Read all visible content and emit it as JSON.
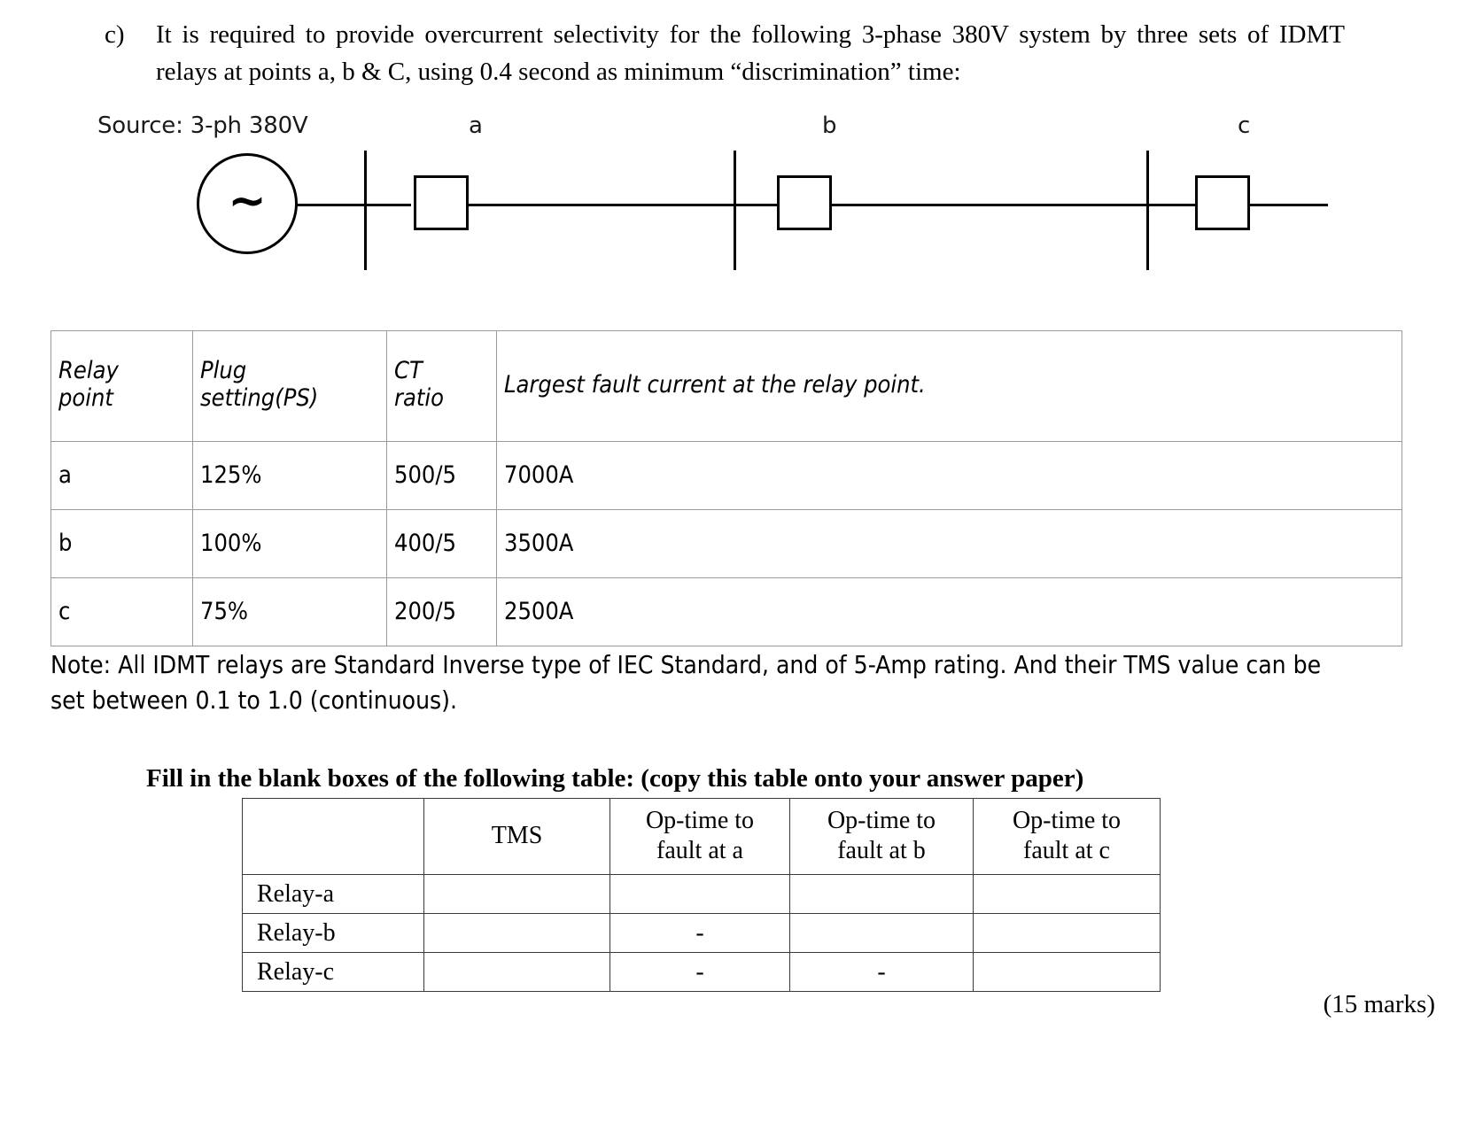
{
  "question": {
    "marker": "c)",
    "text": "It is required to provide overcurrent selectivity for the following 3-phase 380V system by three sets of IDMT relays at points a, b & C, using 0.4 second as minimum “discrimination” time:"
  },
  "diagram": {
    "source_label": "Source: 3-ph 380V",
    "generator_symbol": "~",
    "node_labels": [
      "a",
      "b",
      "c"
    ]
  },
  "relay_table": {
    "headers": [
      "Relay point",
      "Plug setting(PS)",
      "CT ratio",
      "Largest fault current at the relay point."
    ],
    "header_lines": [
      [
        "Relay",
        "point"
      ],
      [
        "Plug",
        "setting(PS)"
      ],
      [
        "CT",
        "ratio"
      ],
      [
        "Largest fault current at the relay point."
      ]
    ],
    "rows": [
      {
        "relay_point": "a",
        "plug_setting": "125%",
        "ct_ratio": "500/5",
        "fault_current": "7000A"
      },
      {
        "relay_point": "b",
        "plug_setting": "100%",
        "ct_ratio": "400/5",
        "fault_current": "3500A"
      },
      {
        "relay_point": "c",
        "plug_setting": "75%",
        "ct_ratio": "200/5",
        "fault_current": "2500A"
      }
    ]
  },
  "note": "Note: All IDMT relays are Standard Inverse type of IEC Standard, and of 5-Amp rating. And their TMS value can be set between 0.1 to 1.0 (continuous).",
  "fill_instruction": {
    "bold_part": "Fill in the blank boxes of the following table:",
    "rest_part": " (copy this table onto your answer paper)"
  },
  "answer_table": {
    "headers": [
      "",
      "TMS",
      "Op-time to fault at a",
      "Op-time to fault at b",
      "Op-time to fault at c"
    ],
    "header_lines": [
      [
        "",
        ""
      ],
      [
        "TMS",
        ""
      ],
      [
        "Op-time to",
        "fault at a"
      ],
      [
        "Op-time to",
        "fault at b"
      ],
      [
        "Op-time to",
        "fault at c"
      ]
    ],
    "rows": [
      {
        "label": "Relay-a",
        "tms": "",
        "op_a": "",
        "op_b": "",
        "op_c": ""
      },
      {
        "label": "Relay-b",
        "tms": "",
        "op_a": "-",
        "op_b": "",
        "op_c": ""
      },
      {
        "label": "Relay-c",
        "tms": "",
        "op_a": "-",
        "op_b": "-",
        "op_c": ""
      }
    ]
  },
  "marks": "(15 marks)"
}
